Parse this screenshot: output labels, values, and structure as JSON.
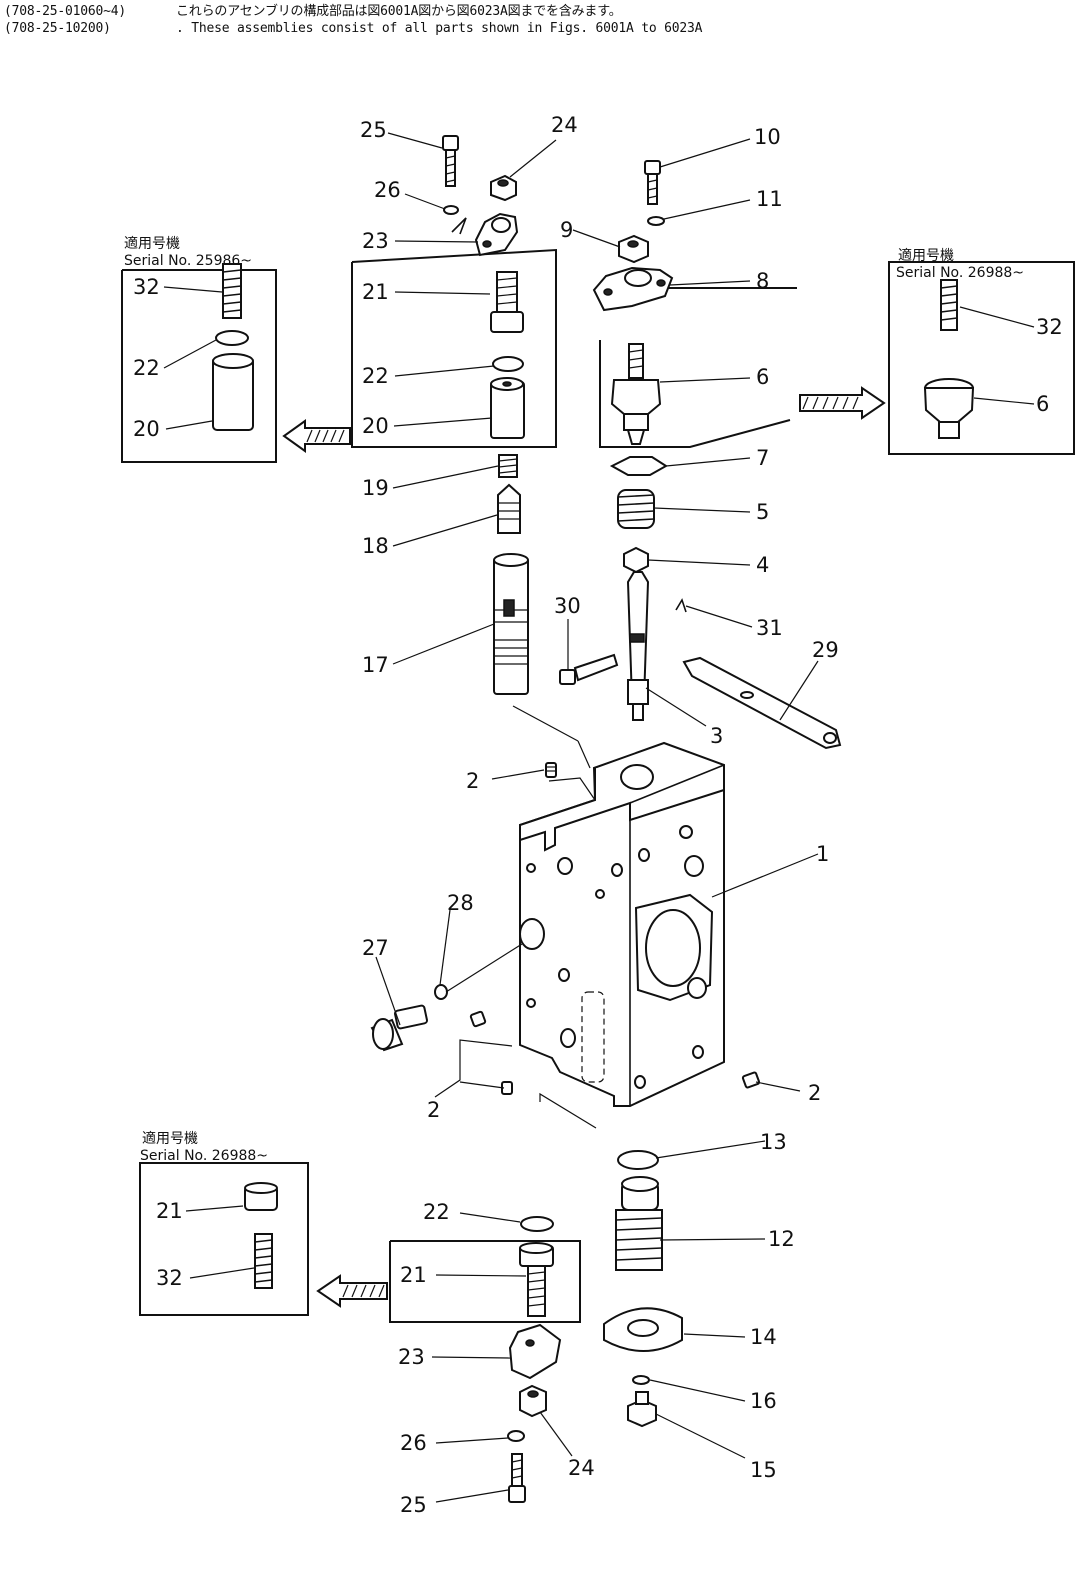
{
  "header": {
    "line1_code": "(708-25-01060~4)",
    "line1_text": "これらのアセンブリの構成部品は図6001A図から図6023A図までを含みます。",
    "line2_code": "(708-25-10200)",
    "line2_text": ". These assemblies consist of all parts shown in Figs. 6001A to 6023A"
  },
  "inset_labels": {
    "top_left": {
      "jp": "適用号機",
      "serial": "Serial No. 25986~"
    },
    "top_right": {
      "jp": "適用号機",
      "serial": "Serial No. 26988~"
    },
    "bottom_left": {
      "jp": "適用号機",
      "serial": "Serial No. 26988~"
    }
  },
  "callouts": [
    {
      "id": "c25a",
      "label": "25"
    },
    {
      "id": "c24a",
      "label": "24"
    },
    {
      "id": "c26a",
      "label": "26"
    },
    {
      "id": "c23a",
      "label": "23"
    },
    {
      "id": "c21a",
      "label": "21"
    },
    {
      "id": "c22a",
      "label": "22"
    },
    {
      "id": "c20a",
      "label": "20"
    },
    {
      "id": "c19",
      "label": "19"
    },
    {
      "id": "c18",
      "label": "18"
    },
    {
      "id": "c17",
      "label": "17"
    },
    {
      "id": "c10",
      "label": "10"
    },
    {
      "id": "c11",
      "label": "11"
    },
    {
      "id": "c9",
      "label": "9"
    },
    {
      "id": "c8",
      "label": "8"
    },
    {
      "id": "c6",
      "label": "6"
    },
    {
      "id": "c7",
      "label": "7"
    },
    {
      "id": "c5",
      "label": "5"
    },
    {
      "id": "c4",
      "label": "4"
    },
    {
      "id": "c30",
      "label": "30"
    },
    {
      "id": "c31",
      "label": "31"
    },
    {
      "id": "c29",
      "label": "29"
    },
    {
      "id": "c3",
      "label": "3"
    },
    {
      "id": "c2a",
      "label": "2"
    },
    {
      "id": "c1",
      "label": "1"
    },
    {
      "id": "c28",
      "label": "28"
    },
    {
      "id": "c27",
      "label": "27"
    },
    {
      "id": "c2b",
      "label": "2"
    },
    {
      "id": "c2c",
      "label": "2"
    },
    {
      "id": "c13",
      "label": "13"
    },
    {
      "id": "c12",
      "label": "12"
    },
    {
      "id": "c14",
      "label": "14"
    },
    {
      "id": "c16",
      "label": "16"
    },
    {
      "id": "c15",
      "label": "15"
    },
    {
      "id": "c22b",
      "label": "22"
    },
    {
      "id": "c21b",
      "label": "21"
    },
    {
      "id": "c23b",
      "label": "23"
    },
    {
      "id": "c26b",
      "label": "26"
    },
    {
      "id": "c24b",
      "label": "24"
    },
    {
      "id": "c25b",
      "label": "25"
    },
    {
      "id": "c32tl",
      "label": "32"
    },
    {
      "id": "c22tl",
      "label": "22"
    },
    {
      "id": "c20tl",
      "label": "20"
    },
    {
      "id": "c32tr",
      "label": "32"
    },
    {
      "id": "c6tr",
      "label": "6"
    },
    {
      "id": "c21bl",
      "label": "21"
    },
    {
      "id": "c32bl",
      "label": "32"
    }
  ]
}
